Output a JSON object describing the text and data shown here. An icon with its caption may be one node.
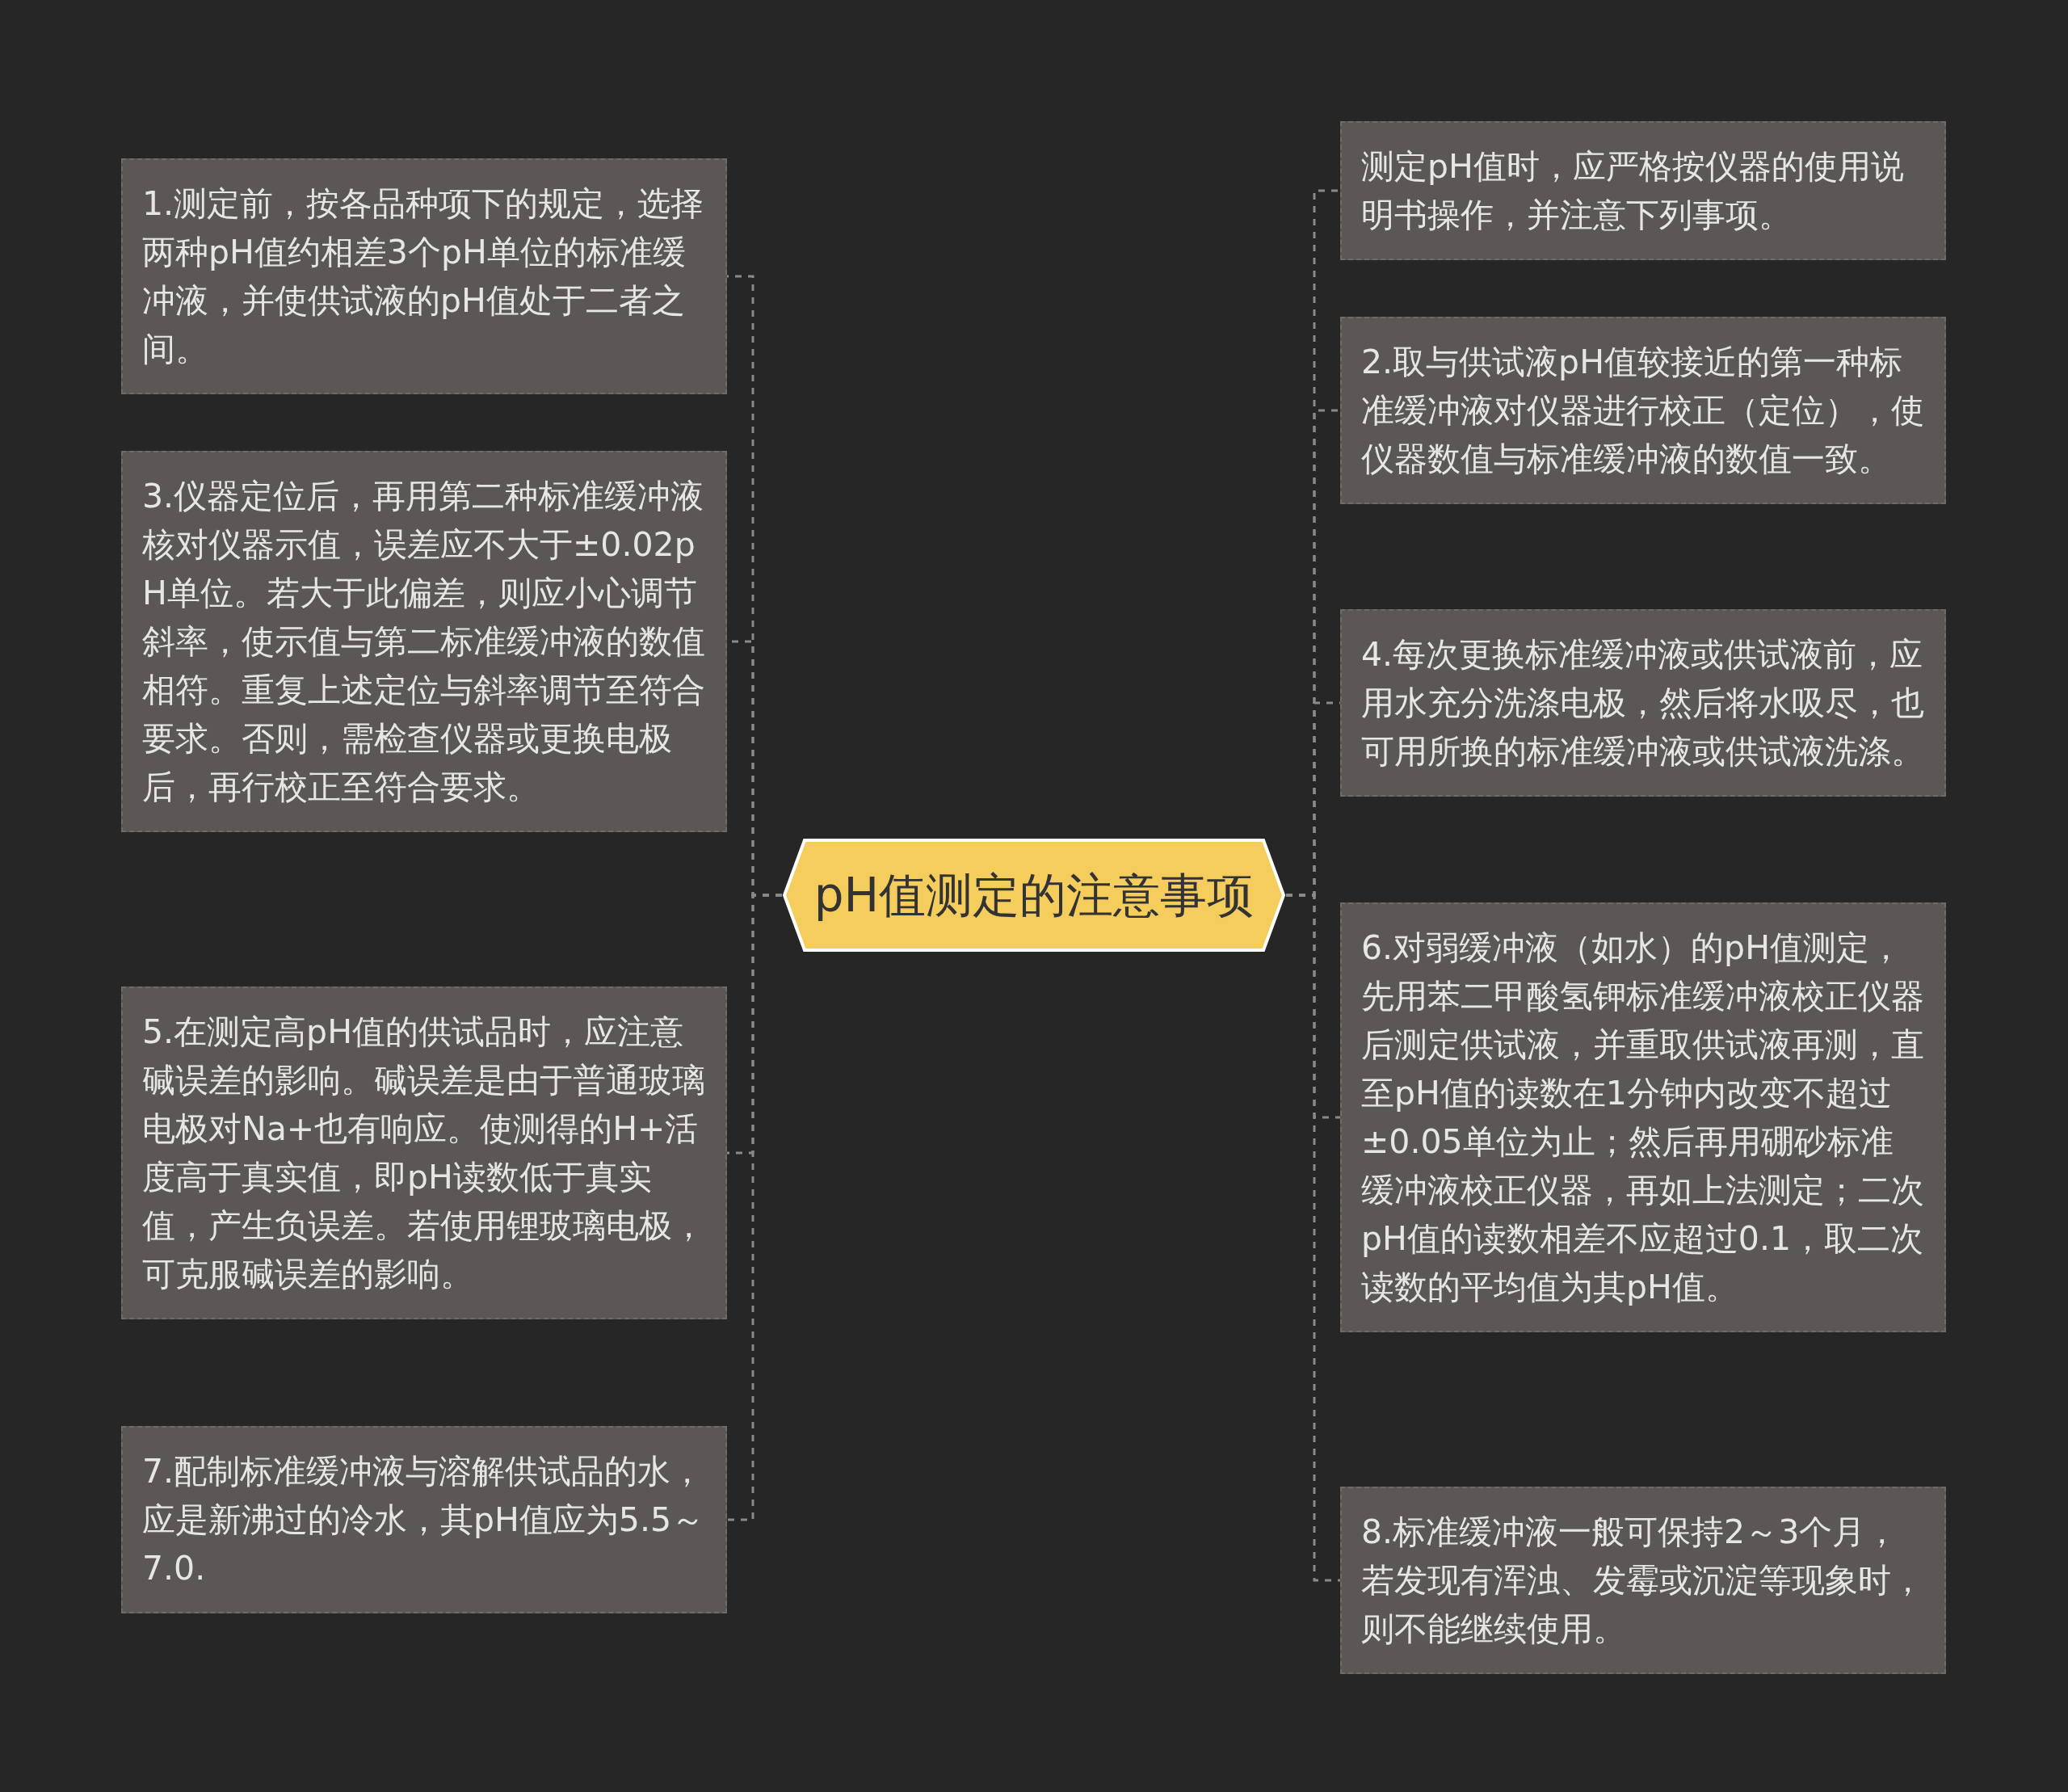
{
  "diagram": {
    "nodes": [
      {
        "text": [
          "pH值测定的注意事项"
        ]
      },
      {
        "text": [
          "1.测定前，按各品种项下的规定，选择两种pH值约相差3个pH单位的标准缓冲液，并使供试液的pH值处于二者之间。"
        ]
      },
      {
        "text": [
          "3.仪器定位后，再用第二种标准缓冲液核对仪器示值，误差应不大于±0.02pH单位。若大于此偏差，则应小心调节斜率，使示值与第二标准缓冲液的数值相符。重复上述定位与斜率调节至符合要求。否则，需检查仪器或更换电极后，再行校正至符合要求。"
        ]
      },
      {
        "text": [
          "5.在测定高pH值的供试品时，应注意碱误差的影响。碱误差是由于普通玻璃电极对Na+也有响应。使测得的H+活度高于真实值，即pH读数低于真实值，产生负误差。若使用锂玻璃电极，可克服碱误差的影响。"
        ]
      },
      {
        "text": [
          "7.配制标准缓冲液与溶解供试品的水，应是新沸过的冷水，其pH值应为5.5～7.0."
        ]
      },
      {
        "text": [
          "测定pH值时，应严格按仪器的使用说明书操作，并注意下列事项。"
        ]
      },
      {
        "text": [
          "2.取与供试液pH值较接近的第一种标准缓冲液对仪器进行校正（定位），使仪器数值与标准缓冲液的数值一致。"
        ]
      },
      {
        "text": [
          "4.每次更换标准缓冲液或供试液前，应用水充分洗涤电极，然后将水吸尽，也可用所换的标准缓冲液或供试液洗涤。"
        ]
      },
      {
        "text": [
          "6.对弱缓冲液（如水）的pH值测定，先用苯二甲酸氢钾标准缓冲液校正仪器后测定供试液，并重取供试液再测，直至pH值的读数在1分钟内改变不超过±0.05单位为止；然后再用硼砂标准缓冲液校正仪器，再如上法测定；二次pH值的读数相差不应超过0.1，取二次读数的平均值为其pH值。"
        ]
      },
      {
        "text": [
          "8.标准缓冲液一般可保持2～3个月，若发现有浑浊、发霉或沉淀等现象时，则不能继续使用。"
        ]
      }
    ],
    "edges": [
      {
        "from": 0,
        "to": 1,
        "arrow": "none",
        "style": "dashed"
      },
      {
        "from": 0,
        "to": 2,
        "arrow": "none",
        "style": "dashed"
      },
      {
        "from": 0,
        "to": 3,
        "arrow": "none",
        "style": "dashed"
      },
      {
        "from": 0,
        "to": 4,
        "arrow": "none",
        "style": "dashed"
      },
      {
        "from": 0,
        "to": 5,
        "arrow": "none",
        "style": "dashed"
      },
      {
        "from": 0,
        "to": 6,
        "arrow": "none",
        "style": "dashed"
      },
      {
        "from": 0,
        "to": 7,
        "arrow": "none",
        "style": "dashed"
      },
      {
        "from": 0,
        "to": 8,
        "arrow": "none",
        "style": "dashed"
      },
      {
        "from": 0,
        "to": 9,
        "arrow": "none",
        "style": "dashed"
      }
    ]
  }
}
